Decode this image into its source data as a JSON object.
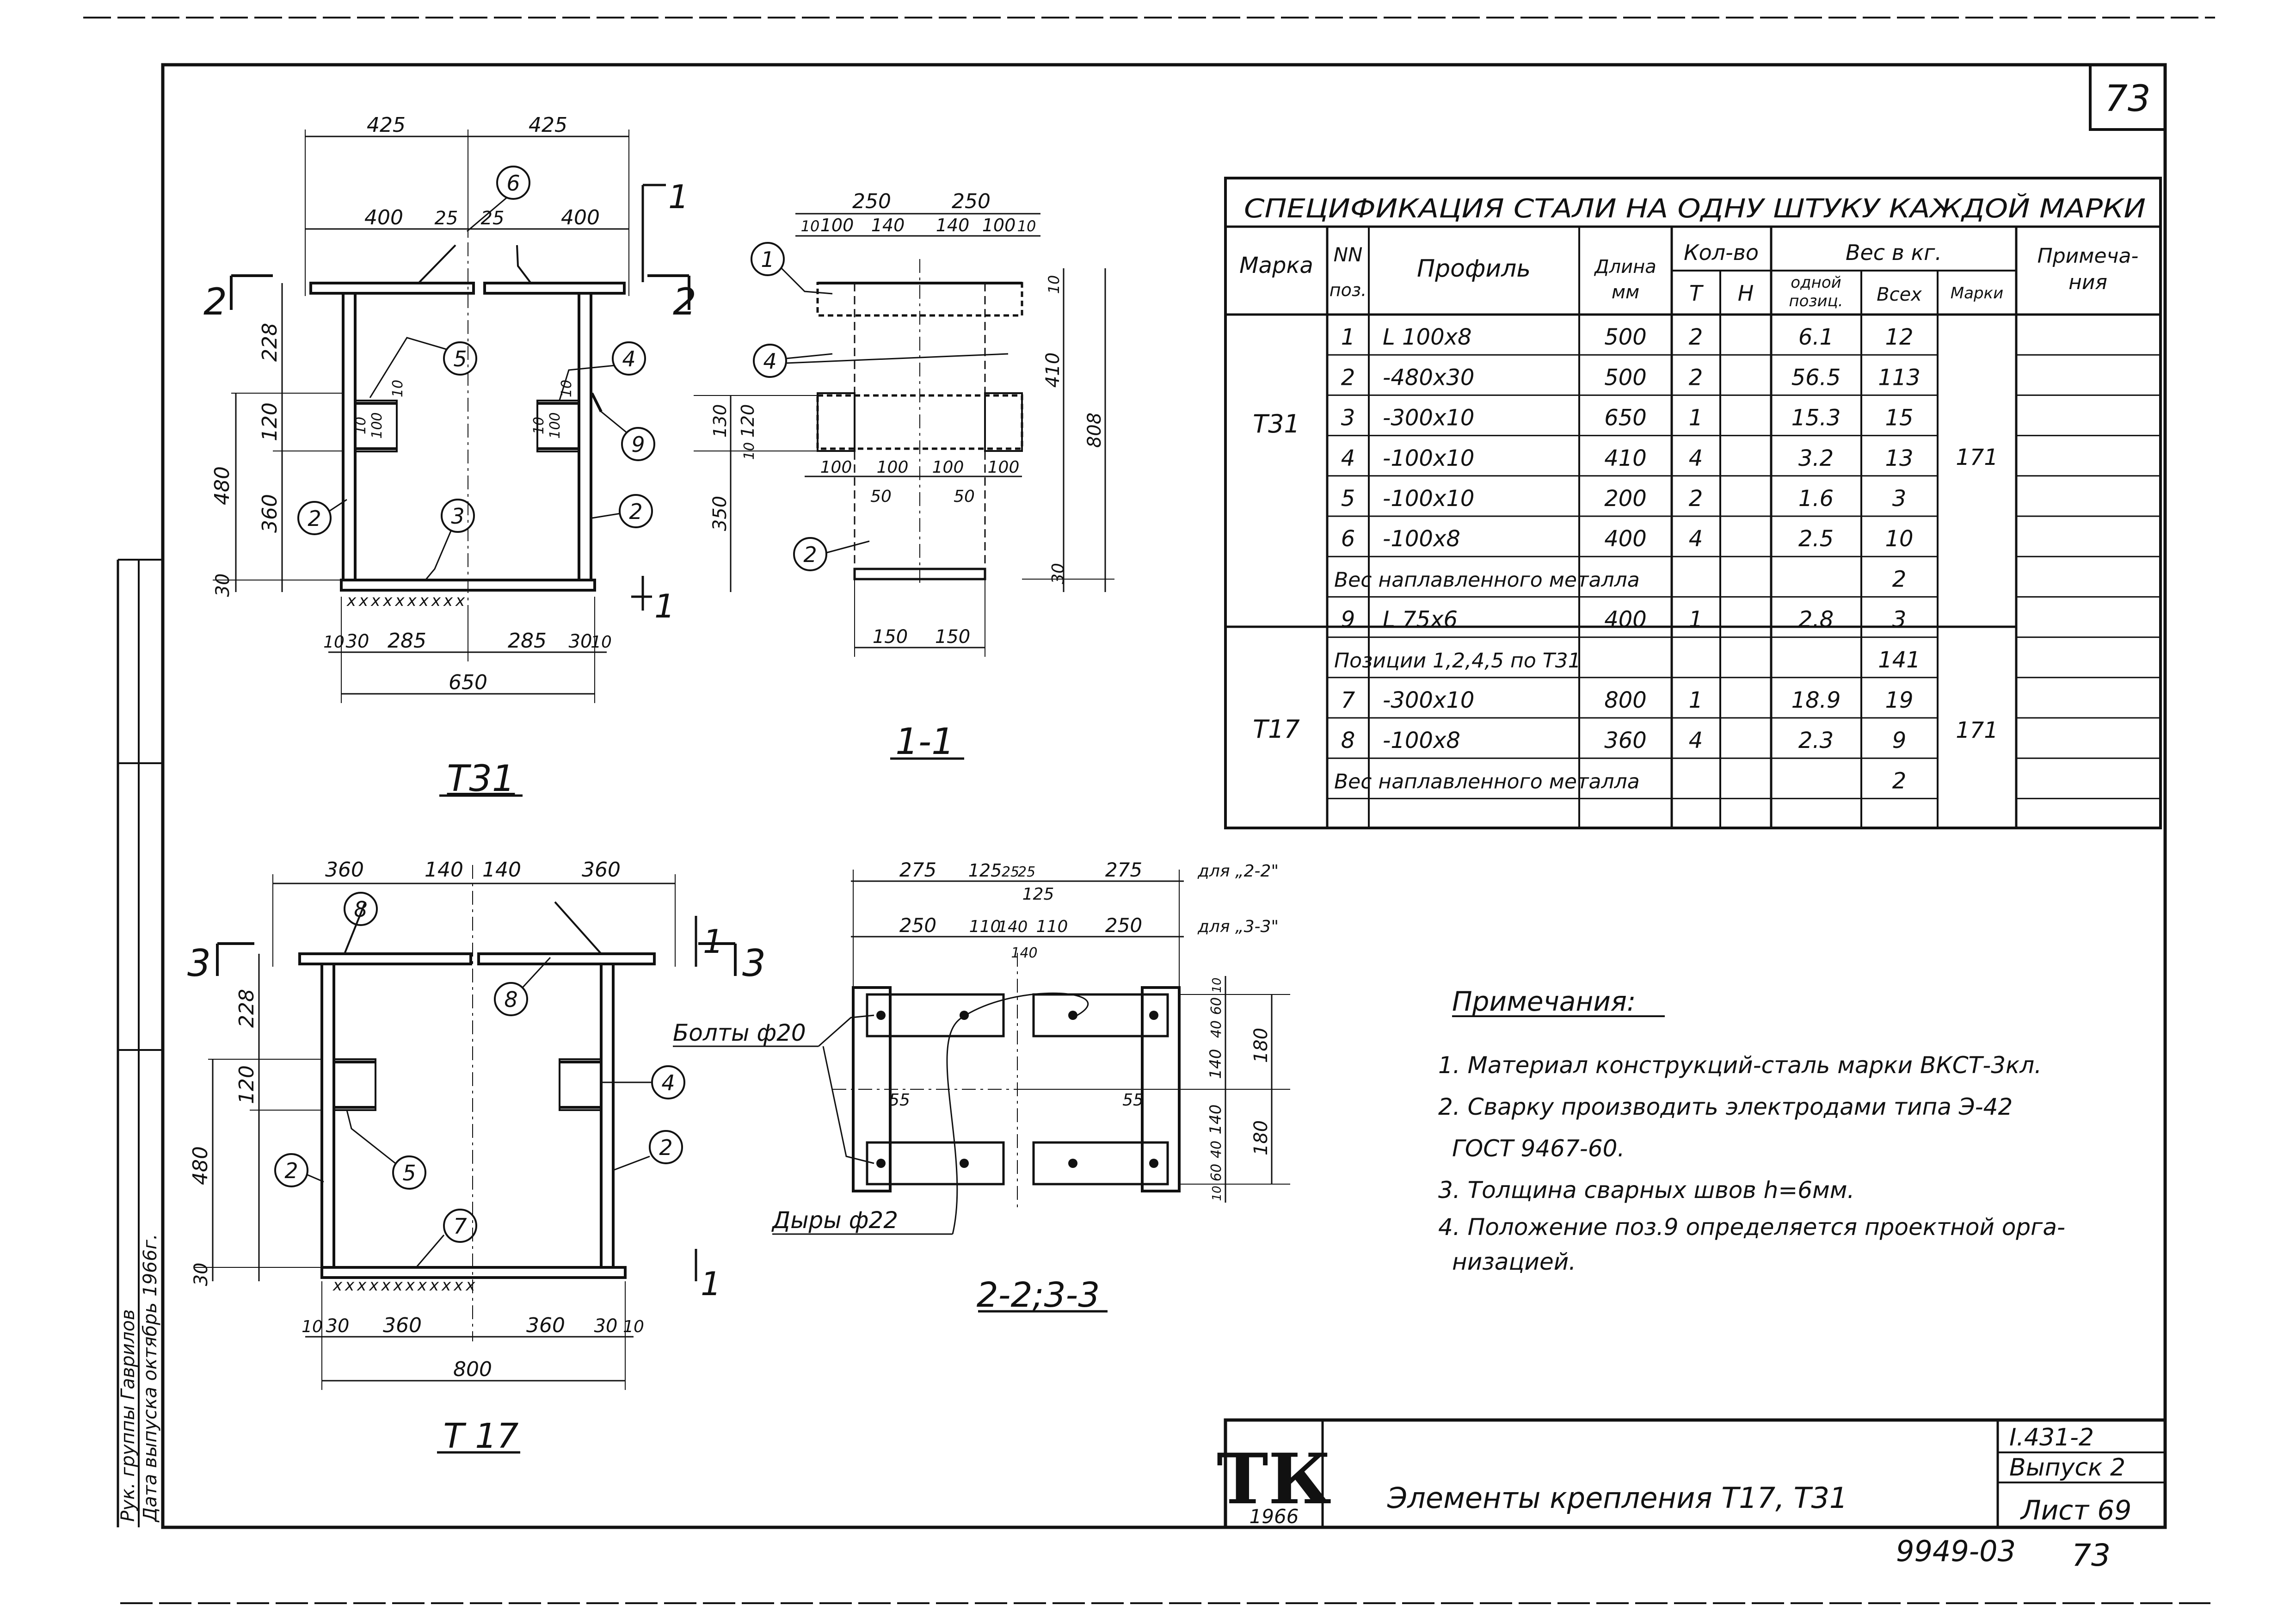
{
  "sheet": {
    "page_number": "73",
    "bottom_code": "9949-03",
    "bottom_page": "73",
    "left_strip": {
      "line1": "Рук. группы Гаврилов",
      "line2": "Дата выпуска   октябрь  1966г."
    }
  },
  "spec_table": {
    "title": "СПЕЦИФИКАЦИЯ СТАЛИ НА ОДНУ ШТУКУ КАЖДОЙ МАРКИ",
    "headers": {
      "marka": "Марка",
      "nn": "NN",
      "poz": "поз.",
      "profile": "Профиль",
      "length_1": "Длина",
      "length_2": "мм",
      "qty": "Кол-во",
      "t": "Т",
      "n": "Н",
      "weight": "Вес  в  кг.",
      "one_1": "одной",
      "one_2": "позиц.",
      "all": "Всех",
      "marks": "Марки",
      "note_1": "Примеча-",
      "note_2": "ния"
    },
    "groups": [
      {
        "marka": "Т31",
        "mark_weight": "171"
      },
      {
        "marka": "Т17",
        "mark_weight": "171"
      }
    ],
    "rows": [
      {
        "pos": "1",
        "profile": "L 100х8",
        "length": "500",
        "t": "2",
        "one": "6.1",
        "all": "12"
      },
      {
        "pos": "2",
        "profile": "-480х30",
        "length": "500",
        "t": "2",
        "one": "56.5",
        "all": "113"
      },
      {
        "pos": "3",
        "profile": "-300х10",
        "length": "650",
        "t": "1",
        "one": "15.3",
        "all": "15"
      },
      {
        "pos": "4",
        "profile": "-100х10",
        "length": "410",
        "t": "4",
        "one": "3.2",
        "all": "13"
      },
      {
        "pos": "5",
        "profile": "-100х10",
        "length": "200",
        "t": "2",
        "one": "1.6",
        "all": "3"
      },
      {
        "pos": "6",
        "profile": "-100х8",
        "length": "400",
        "t": "4",
        "one": "2.5",
        "all": "10"
      },
      {
        "pos": "",
        "profile": "Вес наплавленного металла",
        "length": "",
        "t": "",
        "one": "",
        "all": "2"
      },
      {
        "pos": "9",
        "profile": "L 75х6",
        "length": "400",
        "t": "1",
        "one": "2.8",
        "all": "3"
      },
      {
        "pos": "",
        "profile": "Позиции 1,2,4,5 по Т31",
        "length": "",
        "t": "",
        "one": "",
        "all": "141"
      },
      {
        "pos": "7",
        "profile": "-300х10",
        "length": "800",
        "t": "1",
        "one": "18.9",
        "all": "19"
      },
      {
        "pos": "8",
        "profile": "-100х8",
        "length": "360",
        "t": "4",
        "one": "2.3",
        "all": "9"
      },
      {
        "pos": "",
        "profile": "Вес наплавленного металла",
        "length": "",
        "t": "",
        "one": "",
        "all": "2"
      },
      {
        "pos": "",
        "profile": "",
        "length": "",
        "t": "",
        "one": "",
        "all": ""
      }
    ]
  },
  "notes": {
    "title": "Примечания:",
    "items": [
      "1. Материал конструкций-сталь марки ВКСТ-3кл.",
      "2. Сварку производить электродами типа Э-42",
      "ГОСТ 9467-60.",
      "3. Толщина сварных швов h=6мм.",
      "4. Положение поз.9 определяется проектной орга-",
      "низацией."
    ]
  },
  "drawings": {
    "t31": {
      "caption": "Т31",
      "dims_top": [
        "425",
        "425"
      ],
      "dims_top2": [
        "400",
        "25",
        "25",
        "400"
      ],
      "dims_left": [
        "228",
        "120",
        "360",
        "480",
        "30"
      ],
      "dims_bottom": [
        "10",
        "30",
        "285",
        "285",
        "30",
        "10"
      ],
      "overall": "650",
      "inner_dims": [
        "10",
        "100",
        "10",
        "10",
        "100",
        "10"
      ],
      "section_marks": [
        "2",
        "2",
        "1",
        "1"
      ],
      "callouts": [
        "6",
        "5",
        "4",
        "9",
        "2",
        "3",
        "2"
      ]
    },
    "s11": {
      "caption": "1-1",
      "dims_top": [
        "250",
        "250"
      ],
      "dims_top2": [
        "10",
        "100",
        "140",
        "140",
        "100",
        "10"
      ],
      "dims_right": [
        "10",
        "410",
        "808",
        "30"
      ],
      "dims_left": [
        "130",
        "120",
        "10",
        "350"
      ],
      "dims_mid": [
        "100",
        "100",
        "100",
        "100"
      ],
      "dims_50": [
        "50",
        "50"
      ],
      "dims_bottom": [
        "150",
        "150"
      ],
      "callouts": [
        "1",
        "4",
        "2"
      ]
    },
    "t17": {
      "caption": "Т 17",
      "dims_top": [
        "360",
        "140",
        "140",
        "360"
      ],
      "dims_left": [
        "228",
        "120",
        "480",
        "30"
      ],
      "dims_bottom": [
        "10",
        "30",
        "360",
        "360",
        "30",
        "10"
      ],
      "overall": "800",
      "section_marks": [
        "3",
        "3",
        "1",
        "1"
      ],
      "callouts": [
        "8",
        "8",
        "4",
        "5",
        "2",
        "2",
        "7"
      ]
    },
    "s22": {
      "caption": "2-2;3-3",
      "dims_row1": [
        "275",
        "125",
        "25",
        "25",
        "275"
      ],
      "dims_row1_note": "для „2-2\"",
      "dims_row2": [
        "250",
        "110",
        "140",
        "110",
        "250"
      ],
      "dims_row2_note": "для „3-3\"",
      "dim_125": "125",
      "dim_140": "140",
      "dims_right": [
        "10",
        "60",
        "40",
        "140",
        "140",
        "40",
        "60",
        "10"
      ],
      "dims_right2": [
        "180",
        "180"
      ],
      "dims_55": [
        "55",
        "55"
      ],
      "bolts_label": "Болты ф20",
      "holes_label": "Дыры ф22"
    }
  },
  "title_block": {
    "logo": "ТК",
    "logo_year": "1966",
    "title": "Элементы крепления Т17, Т31",
    "code": "I.431-2",
    "issue": "Выпуск 2",
    "sheet": "Лист 69"
  }
}
